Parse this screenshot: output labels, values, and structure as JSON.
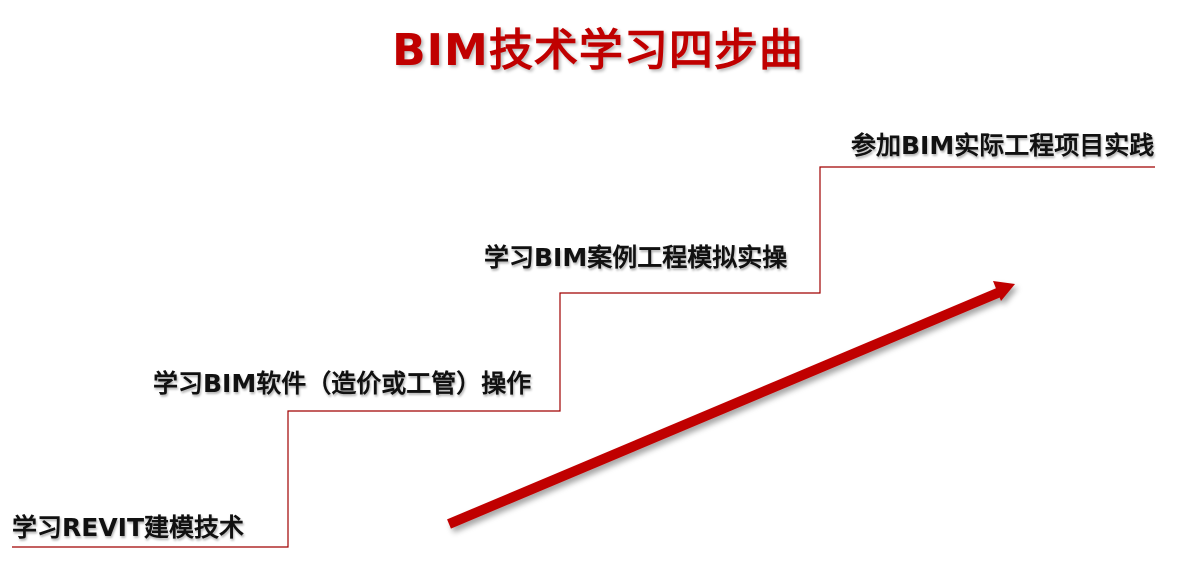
{
  "title": "BIM技术学习四步曲",
  "steps": [
    "学习REVIT建模技术",
    "学习BIM软件（造价或工管）操作",
    "学习BIM案例工程模拟实操",
    "参加BIM实际工程项目实践"
  ],
  "colors": {
    "title": "#c00000",
    "staircase_line": "#a00000",
    "arrow": "#c00000",
    "step_text": "#111111"
  }
}
